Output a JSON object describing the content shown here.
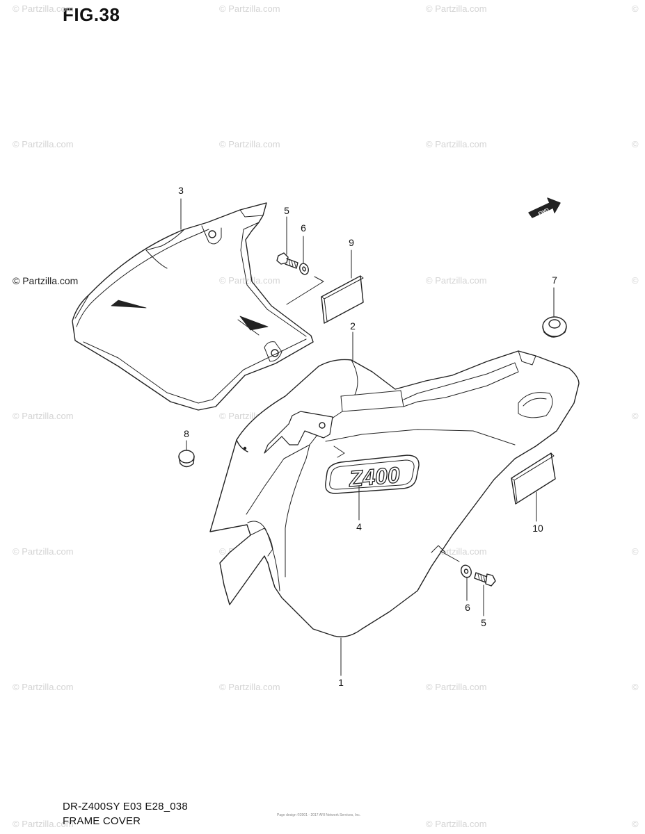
{
  "figure_title": "FIG.38",
  "watermark_text": "© Partzilla.com",
  "watermark_corner": "©",
  "callouts": {
    "c1": "1",
    "c2": "2",
    "c3": "3",
    "c4": "4",
    "c5a": "5",
    "c5b": "5",
    "c6a": "6",
    "c6b": "6",
    "c7": "7",
    "c8": "8",
    "c9": "9",
    "c10": "10"
  },
  "fwd_label": "FWD",
  "emblem_text": "Z400",
  "model_code": "DR-Z400SY E03 E28_038",
  "section_name": "FRAME COVER",
  "footer_fine_print": "Page design ©2001 - 2017 ARI Network Services, Inc."
}
